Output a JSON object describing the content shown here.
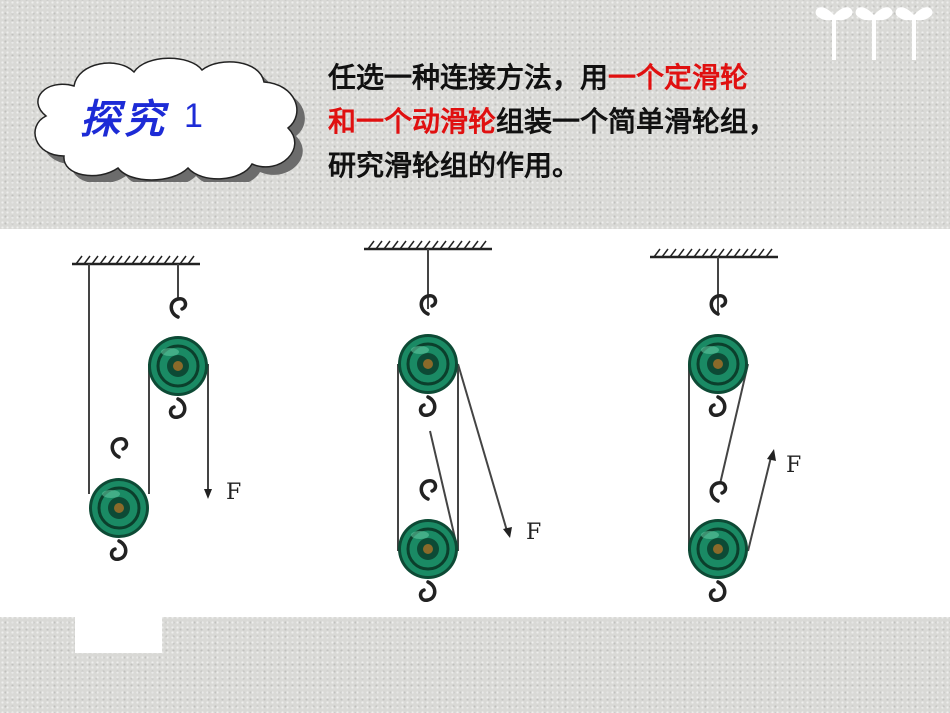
{
  "slide": {
    "cloud_word": "探究",
    "cloud_number": "1",
    "intro_lines": [
      [
        {
          "text": "任选一种连接方法，用",
          "color": "#111111"
        },
        {
          "text": "一个定滑轮",
          "color": "#e01010"
        }
      ],
      [
        {
          "text": "和一个动滑轮",
          "color": "#e01010"
        },
        {
          "text": "组装一个简单滑轮组，",
          "color": "#111111"
        }
      ],
      [
        {
          "text": "研究滑轮组的作用。",
          "color": "#111111"
        }
      ]
    ]
  },
  "diagrams": [
    {
      "force_label": "F"
    },
    {
      "force_label": "F"
    },
    {
      "force_label": "F"
    }
  ],
  "colors": {
    "title_blue": "#1d2bd6",
    "highlight_red": "#e01010",
    "pulley_green": "#1a8a64"
  }
}
